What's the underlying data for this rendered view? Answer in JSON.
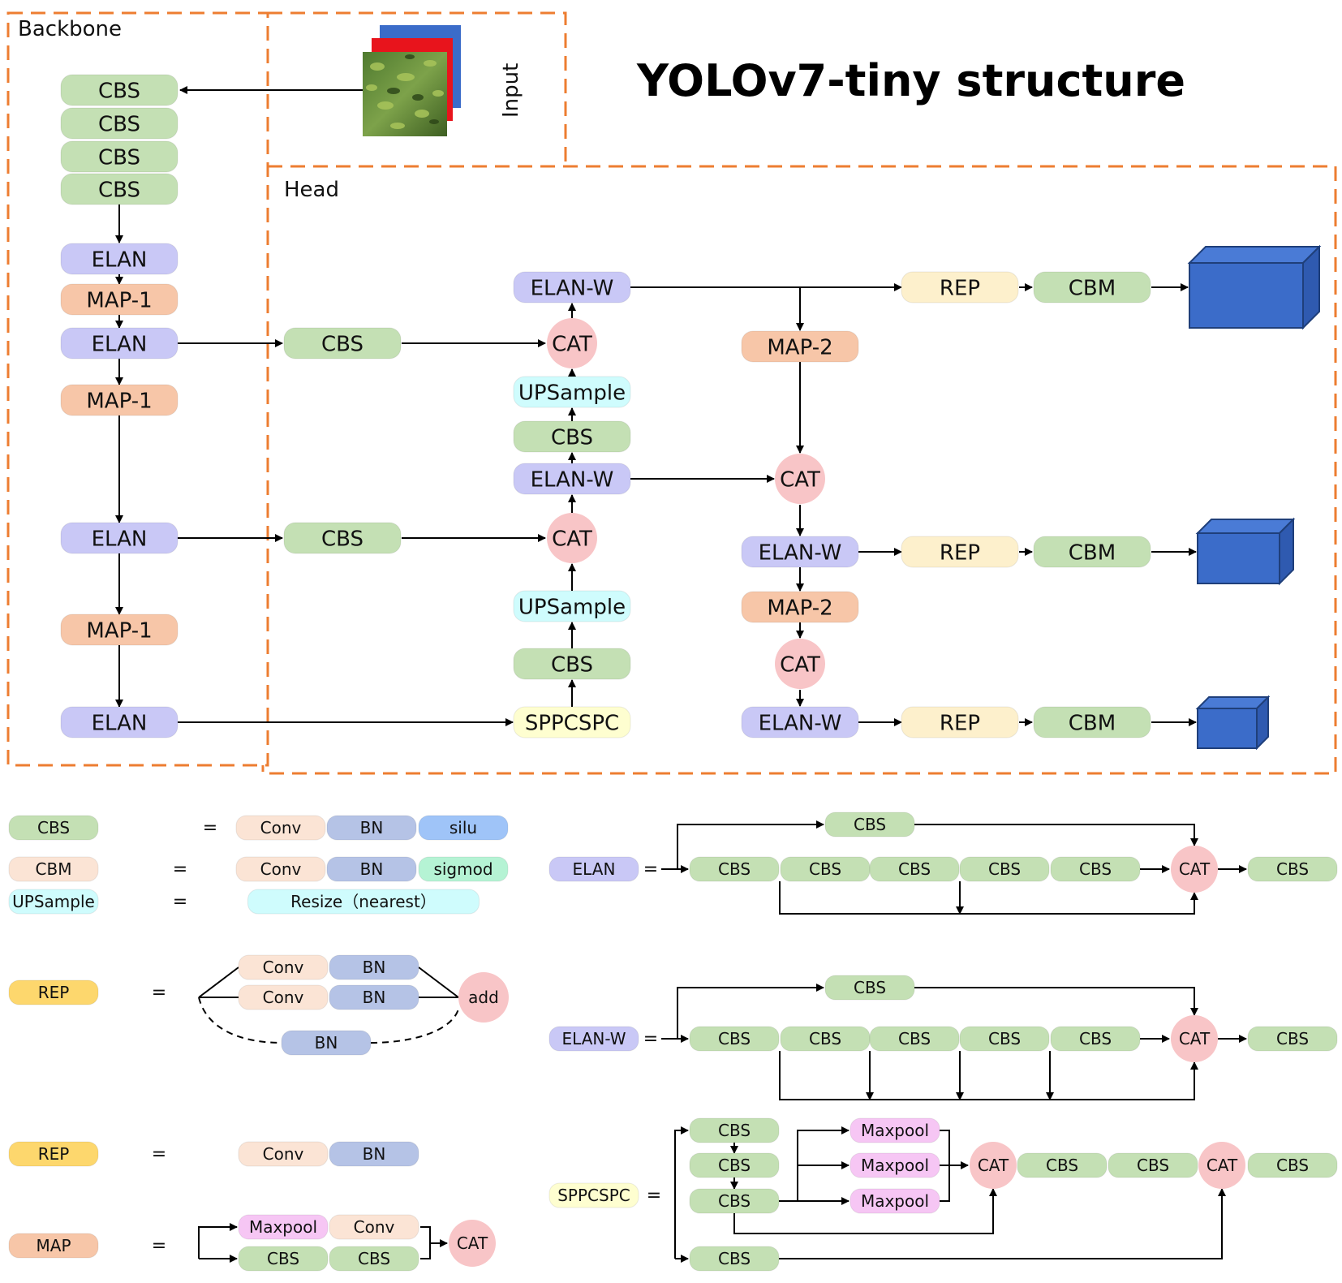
{
  "title": "YOLOv7-tiny structure",
  "sections": {
    "backbone": "Backbone",
    "head": "Head",
    "input": "Input"
  },
  "colors": {
    "cbs": "#c4e0b4",
    "elan": "#c9c8f6",
    "map": "#f7c6a8",
    "rep": "#fdf0cc",
    "upsample": "#cffcfd",
    "sppcspc": "#fefed0",
    "cat": "#f8c5c7",
    "conv": "#fbe4d5",
    "bn": "#b5c3e6",
    "silu": "#9fc4f8",
    "sigmod": "#b5f3d4",
    "maxpool": "#f6c6f4",
    "rep_legend": "#fdd76d",
    "cbm": "#fbe4d5",
    "cube": "#3b6cc9",
    "dash": "#ed7d31"
  },
  "backbone": {
    "cbs_stack": [
      "CBS",
      "CBS",
      "CBS",
      "CBS"
    ],
    "blocks": [
      "ELAN",
      "MAP-1",
      "ELAN",
      "MAP-1",
      "ELAN",
      "MAP-1",
      "ELAN"
    ]
  },
  "head": {
    "left_cbs": [
      "CBS",
      "CBS"
    ],
    "mid_column": [
      "ELAN-W",
      "CAT",
      "UPSample",
      "CBS",
      "ELAN-W",
      "CAT",
      "UPSample",
      "CBS",
      "SPPCSPC"
    ],
    "right_column": [
      "MAP-2",
      "CAT",
      "ELAN-W",
      "MAP-2",
      "CAT",
      "ELAN-W"
    ],
    "outputs": [
      {
        "rep": "REP",
        "cbm": "CBM"
      },
      {
        "rep": "REP",
        "cbm": "CBM"
      },
      {
        "rep": "REP",
        "cbm": "CBM"
      }
    ]
  },
  "legend": {
    "eq": "=",
    "cbs": {
      "name": "CBS",
      "parts": [
        "Conv",
        "BN",
        "silu"
      ]
    },
    "cbm": {
      "name": "CBM",
      "parts": [
        "Conv",
        "BN",
        "sigmod"
      ]
    },
    "upsample": {
      "name": "UPSample",
      "parts": [
        "Resize（nearest）"
      ]
    },
    "rep_train": {
      "name": "REP",
      "parts": [
        "Conv",
        "BN",
        "Conv",
        "BN",
        "BN",
        "add"
      ]
    },
    "rep_infer": {
      "name": "REP",
      "parts": [
        "Conv",
        "BN"
      ]
    },
    "map": {
      "name": "MAP",
      "parts": [
        "Maxpool",
        "Conv",
        "CBS",
        "CBS",
        "CAT"
      ]
    },
    "elan": {
      "name": "ELAN",
      "top": "CBS",
      "chain": [
        "CBS",
        "CBS",
        "CBS",
        "CBS",
        "CBS"
      ],
      "cat": "CAT",
      "out": "CBS"
    },
    "elanw": {
      "name": "ELAN-W",
      "top": "CBS",
      "chain": [
        "CBS",
        "CBS",
        "CBS",
        "CBS",
        "CBS"
      ],
      "cat": "CAT",
      "out": "CBS"
    },
    "sppcspc": {
      "name": "SPPCSPC",
      "left": [
        "CBS",
        "CBS",
        "CBS"
      ],
      "pools": [
        "Maxpool",
        "Maxpool",
        "Maxpool"
      ],
      "cat1": "CAT",
      "mid": [
        "CBS",
        "CBS"
      ],
      "cat2": "CAT",
      "out": "CBS",
      "bottom": "CBS"
    }
  }
}
